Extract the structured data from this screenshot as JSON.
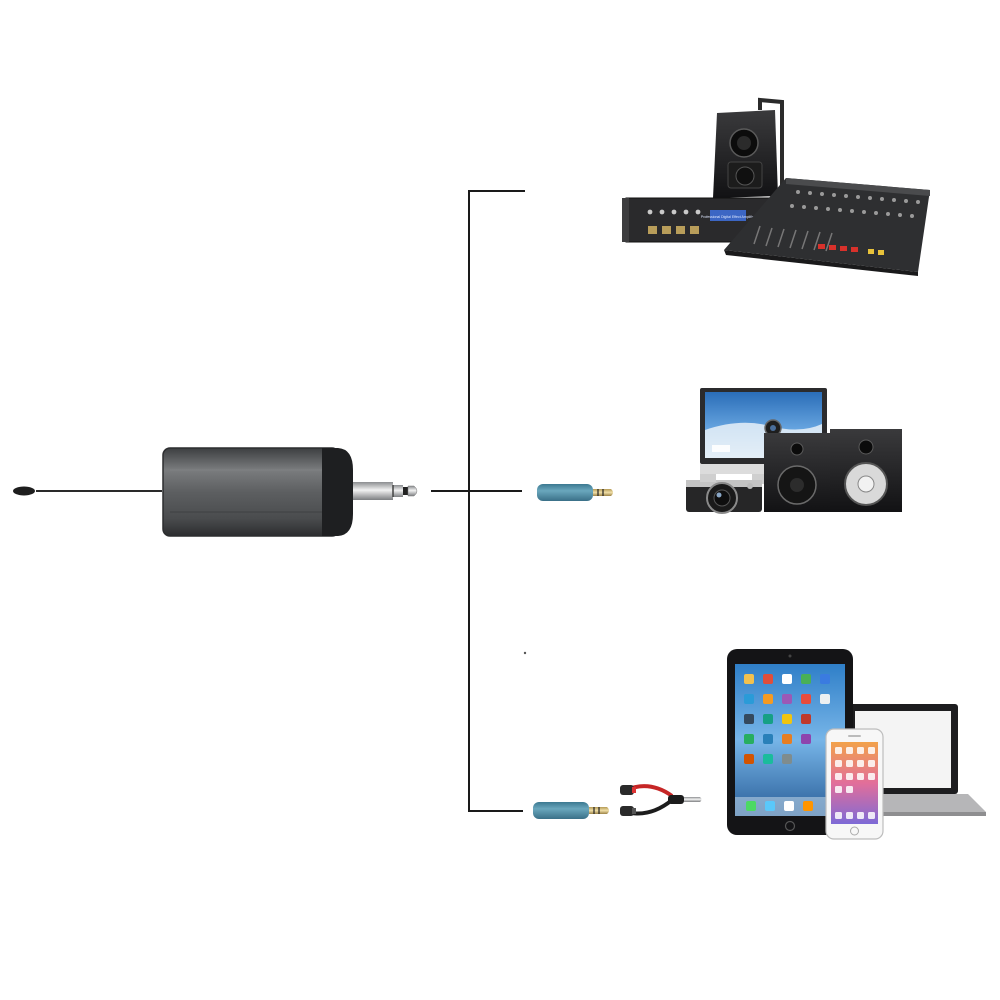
{
  "diagram": {
    "source_device": {
      "icon": "wireless-receiver-6.35mm-jack-icon",
      "body_color": "#56585a",
      "cap_color": "#1d1d1f"
    },
    "connector_line_color": "#1a1a1a",
    "adapter_color": "#4f8ea6",
    "branches": [
      {
        "id": "pro-audio",
        "adapter": "none",
        "devices": [
          "speaker-cabinet-icon",
          "rack-amplifier-icon",
          "audio-mixer-icon"
        ]
      },
      {
        "id": "computer-audio",
        "adapter": "6.35mm-to-3.5mm-adapter-icon",
        "devices": [
          "monitor-icon",
          "webcam-icon",
          "camera-icon",
          "bookshelf-speakers-icon"
        ]
      },
      {
        "id": "mobile-devices",
        "adapter": "6.35mm-to-3.5mm-adapter-icon",
        "splitter": "y-splitter-cable-icon",
        "devices": [
          "tablet-icon",
          "laptop-icon",
          "smartphone-icon"
        ]
      }
    ],
    "lcd_text": "Professional Digital Effect Amplifier"
  }
}
